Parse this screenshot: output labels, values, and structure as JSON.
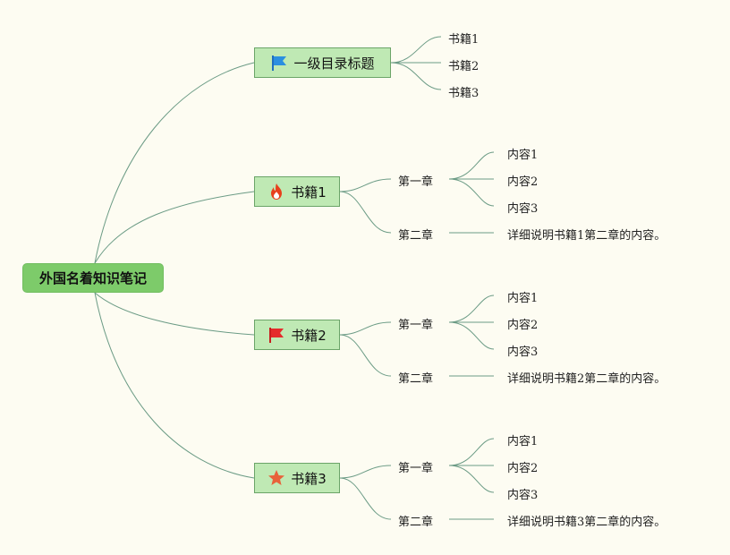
{
  "colors": {
    "line": "#6b9b85",
    "root_bg": "#7dcb6a",
    "topic_bg": "#bfe9b4",
    "background": "#fdfcf2"
  },
  "root": {
    "label": "外国名着知识笔记"
  },
  "topics": [
    {
      "label": "一级目录标题",
      "icon": "blue-flag-icon",
      "children": [
        "书籍1",
        "书籍2",
        "书籍3"
      ]
    },
    {
      "label": "书籍1",
      "icon": "fire-icon",
      "chapters": [
        {
          "label": "第一章",
          "items": [
            "内容1",
            "内容2",
            "内容3"
          ]
        },
        {
          "label": "第二章",
          "items": [
            "详细说明书籍1第二章的内容。"
          ]
        }
      ]
    },
    {
      "label": "书籍2",
      "icon": "red-flag-icon",
      "chapters": [
        {
          "label": "第一章",
          "items": [
            "内容1",
            "内容2",
            "内容3"
          ]
        },
        {
          "label": "第二章",
          "items": [
            "详细说明书籍2第二章的内容。"
          ]
        }
      ]
    },
    {
      "label": "书籍3",
      "icon": "orange-star-icon",
      "chapters": [
        {
          "label": "第一章",
          "items": [
            "内容1",
            "内容2",
            "内容3"
          ]
        },
        {
          "label": "第二章",
          "items": [
            "详细说明书籍3第二章的内容。"
          ]
        }
      ]
    }
  ]
}
